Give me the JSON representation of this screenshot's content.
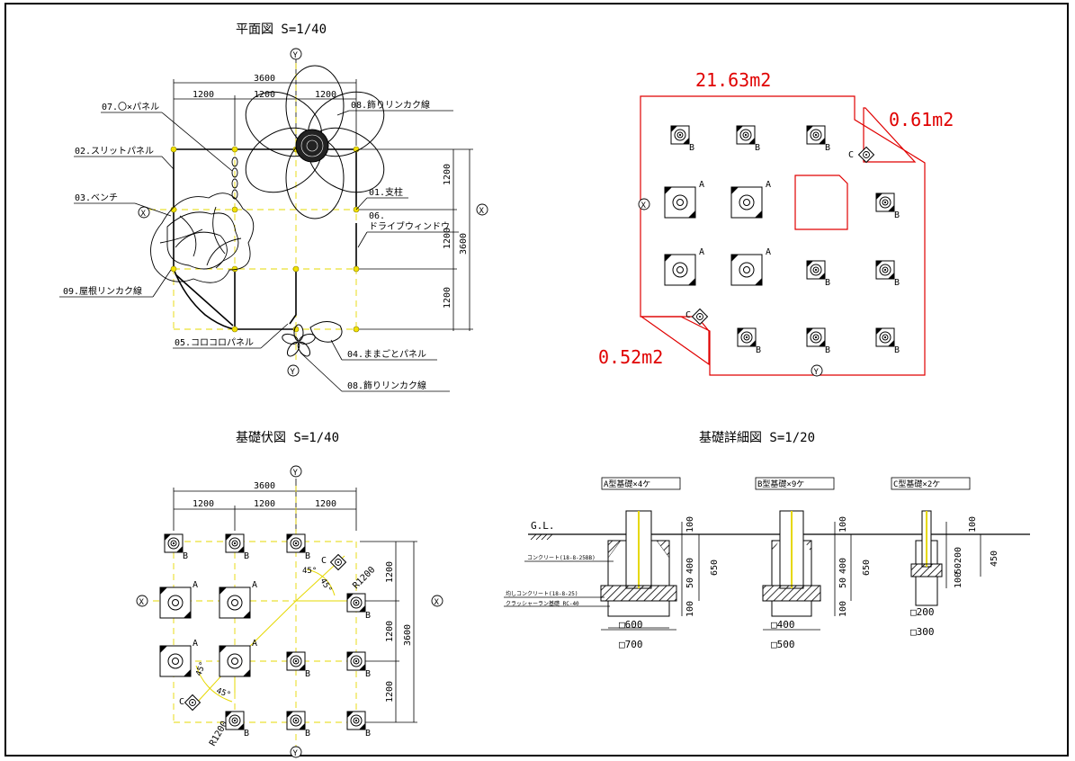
{
  "titles": {
    "plan": "平面図 S=1/40",
    "foundation_plan": "基礎伏図 S=1/40",
    "foundation_detail": "基礎詳細図 S=1/20"
  },
  "axes": {
    "x": "X",
    "y": "Y"
  },
  "plan_dims": {
    "total": "3600",
    "span": "1200"
  },
  "plan_labels": [
    "07.〇×パネル",
    "02.スリットパネル",
    "03.ベンチ",
    "09.屋根リンカク線",
    "05.コロコロパネル",
    "08.飾りリンカク線",
    "01.支柱",
    "06.",
    "ドライブウィンドウ",
    "04.ままごとパネル",
    "08.飾りリンカク線"
  ],
  "areas": {
    "main": "21.63m2",
    "top_right": "0.61m2",
    "bottom_left": "0.52m2"
  },
  "footing_letters": {
    "a": "A",
    "b": "B",
    "c": "C"
  },
  "foundation_plan": {
    "angle": "45°",
    "radius": "R1200"
  },
  "detail": {
    "types": [
      "A型基礎×4ケ",
      "B型基礎×9ケ",
      "C型基礎×2ケ"
    ],
    "gl": "G.L.",
    "materials": [
      "コンクリート(18-8-25BB)",
      "均しコンクリート(18-8-25)",
      "クラッシャーラン基礎 RC-40"
    ],
    "dims_a": [
      "100",
      "400",
      "50",
      "100",
      "650"
    ],
    "dims_b": [
      "100",
      "400",
      "50",
      "100",
      "650"
    ],
    "dims_c": [
      "100",
      "200",
      "50",
      "100",
      "450"
    ],
    "sizes": [
      "□600",
      "□700",
      "□400",
      "□500",
      "□200",
      "□300"
    ]
  }
}
